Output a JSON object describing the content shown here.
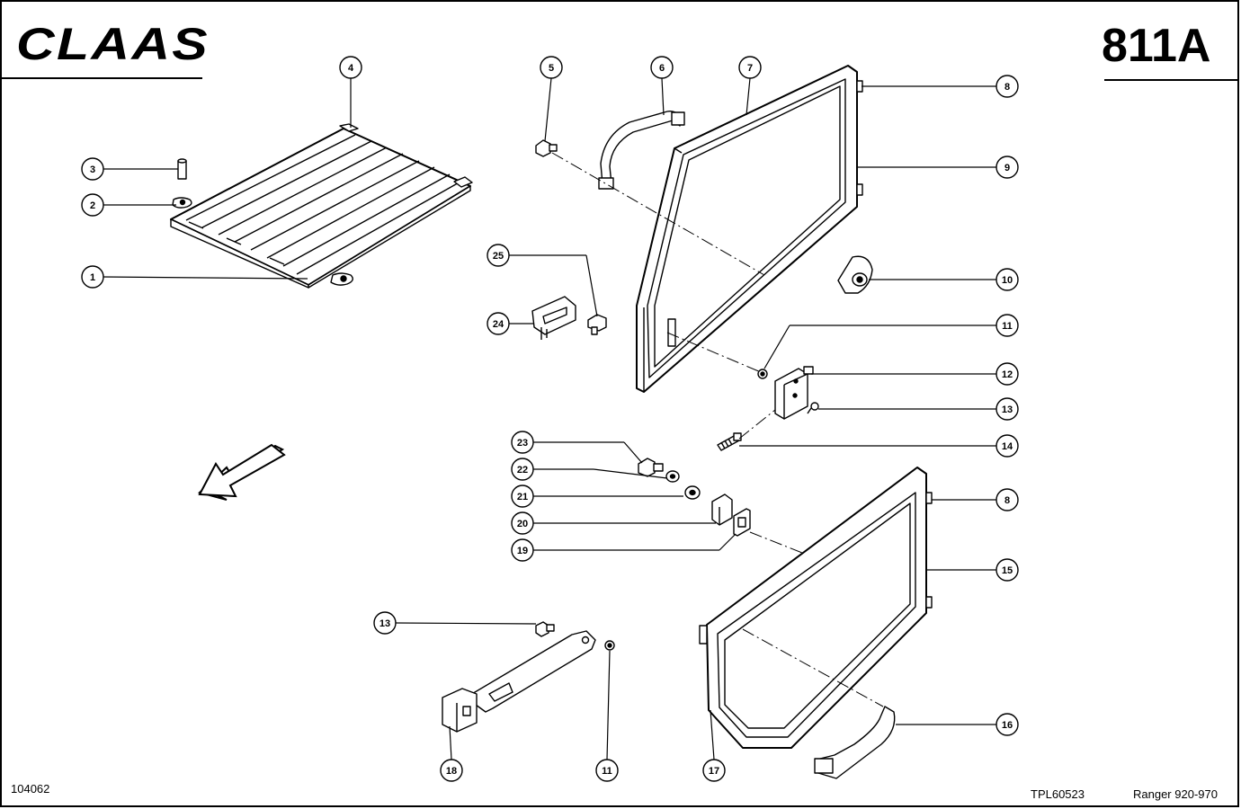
{
  "header": {
    "brand": "CLAAS",
    "page_code": "811A"
  },
  "footer": {
    "drawing_number": "104062",
    "reference": "TPL60523",
    "model_range": "Ranger 920-970"
  },
  "callouts": {
    "c1": "1",
    "c2": "2",
    "c3": "3",
    "c4": "4",
    "c5": "5",
    "c6": "6",
    "c7": "7",
    "c8a": "8",
    "c8b": "8",
    "c9": "9",
    "c10": "10",
    "c11a": "11",
    "c11b": "11",
    "c12": "12",
    "c13a": "13",
    "c13b": "13",
    "c14": "14",
    "c15": "15",
    "c16": "16",
    "c17": "17",
    "c18": "18",
    "c19": "19",
    "c20": "20",
    "c21": "21",
    "c22": "22",
    "c23": "23",
    "c24": "24",
    "c25": "25"
  },
  "colors": {
    "ink": "#000000",
    "paper": "#ffffff",
    "parts": "#cfcfcf"
  }
}
